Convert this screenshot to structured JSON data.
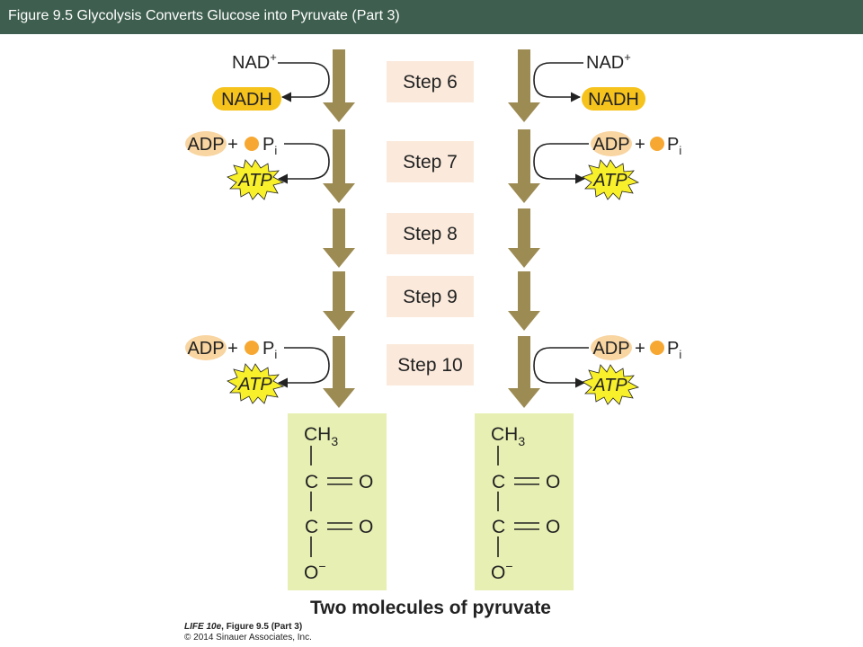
{
  "header": {
    "title": "Figure 9.5  Glycolysis Converts Glucose into Pyruvate (Part 3)"
  },
  "diagram": {
    "steps": [
      "Step 6",
      "Step 7",
      "Step 8",
      "Step 9",
      "Step 10"
    ],
    "labels": {
      "nad": "NAD",
      "nad_charge": "+",
      "nadh": "NADH",
      "adp": "ADP",
      "plus": "+",
      "pi_p": "P",
      "pi_sub": "i",
      "atp": "ATP"
    },
    "pyruvate": {
      "methyl_c": "CH",
      "methyl_sub": "3",
      "carbon": "C",
      "oxygen": "O",
      "oxygen_charge": "−"
    },
    "caption": "Two molecules of pyruvate"
  },
  "credit": {
    "book": "LIFE 10e",
    "figure": ", Figure 9.5 (Part 3)",
    "copyright": "© 2014 Sinauer Associates, Inc."
  },
  "colors": {
    "header_bg": "#3e5e4f",
    "arrow": "#9d8b54",
    "step_box": "#fbeadc",
    "molecule_box": "#e7efb3",
    "nadh": "#f6c21c",
    "adp": "#f8d5a1",
    "phosphate": "#f7a832",
    "atp_burst": "#f8f02a"
  }
}
